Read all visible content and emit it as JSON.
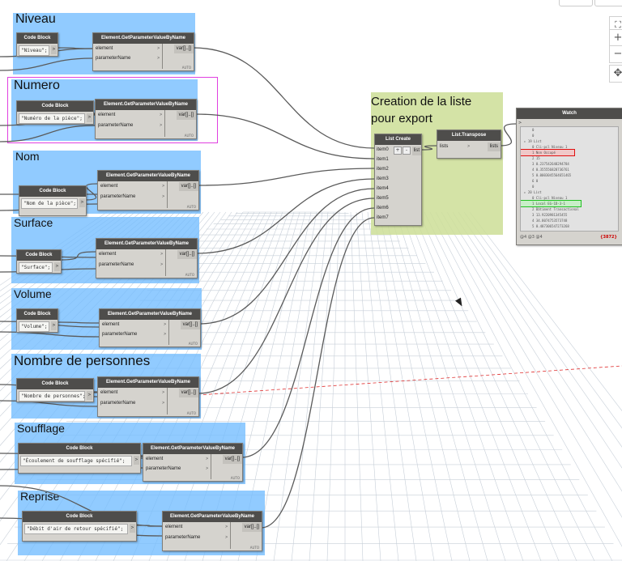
{
  "groups": {
    "niveau": {
      "title": "Niveau",
      "code": "\"Niveau\";"
    },
    "numero": {
      "title": "Numero",
      "code": "\"Numéro de la pièce\";"
    },
    "nom": {
      "title": "Nom",
      "code": "\"Nom de la pièce\";"
    },
    "surface": {
      "title": "Surface",
      "code": "\"Surface\";"
    },
    "volume": {
      "title": "Volume",
      "code": "\"Volume\";"
    },
    "personnes": {
      "title": "Nombre de personnes",
      "code": "\"Nombre de personnes\";"
    },
    "soufflage": {
      "title": "Soufflage",
      "code": "\"Écoulement de soufflage spécifié\";"
    },
    "reprise": {
      "title": "Reprise",
      "code": "\"Débit d'air de retour spécifié\";"
    },
    "export": {
      "title": "Creation de la liste pour export"
    }
  },
  "nodes": {
    "code_block": "Code Block",
    "get_param": "Element.GetParameterValueByName",
    "port_element": "element",
    "port_param": "parameterName",
    "port_out": "var[]..[]",
    "code_out": ">",
    "auto": "AUTO",
    "arrow": ">"
  },
  "list_create": {
    "title": "List Create",
    "items": [
      "item0",
      "item1",
      "item2",
      "item3",
      "item4",
      "item5",
      "item6",
      "item7"
    ],
    "plus": "+",
    "minus": "-",
    "out": "list"
  },
  "list_transpose": {
    "title": "List.Transpose",
    "in": "lists",
    "out": "lists"
  },
  "watch": {
    "title": "Watch",
    "in": ">",
    "lines": [
      "0",
      "0",
      "▸ 19 List",
      "0 Cli-pcl Niveau 1",
      "1 Non Occupé",
      "2 15",
      "3 0.237542648294784",
      "4 0.355556828736761",
      "5 0.0003045564651465",
      "6 0",
      "0",
      "▸ 20 List",
      "0 Cli-pcl Niveau 1",
      "1 Local EG-1D-3-1",
      "2 Bâtiment Transactional",
      "3 13.9220981345455",
      "4 34.8074753573748",
      "5 0.487306547273268"
    ],
    "footer_left": "@4 @3 @4",
    "count": "{3872}"
  },
  "toolbar": {
    "fit": "⛶",
    "zoom_in": "+",
    "zoom_out": "−",
    "pan": "✥"
  },
  "colors": {
    "group": "#72bdff",
    "group_export": "#cdde96",
    "highlight_numero": "#e040e0",
    "highlight_red": "#e01010",
    "highlight_green": "#20c020"
  }
}
